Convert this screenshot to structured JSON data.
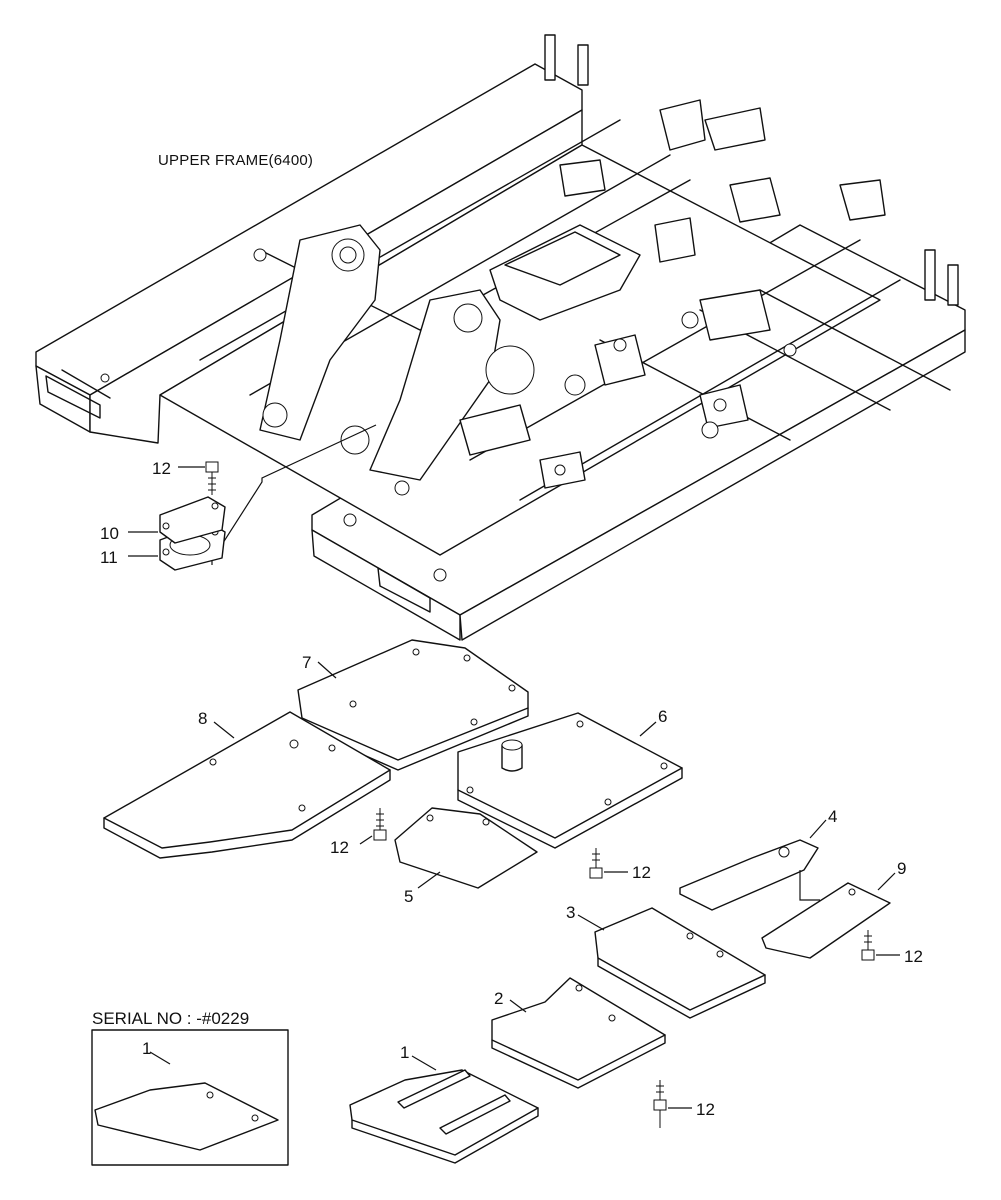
{
  "diagram": {
    "frame_caption": "UPPER FRAME(6400)",
    "serial_caption": "SERIAL NO : -#0229",
    "callouts": {
      "c1": "1",
      "c1b": "1",
      "c2": "2",
      "c3": "3",
      "c4": "4",
      "c5": "5",
      "c6": "6",
      "c7": "7",
      "c8": "8",
      "c9": "9",
      "c10": "10",
      "c11": "11",
      "c12a": "12",
      "c12b": "12",
      "c12c": "12",
      "c12d": "12",
      "c12e": "12"
    }
  }
}
